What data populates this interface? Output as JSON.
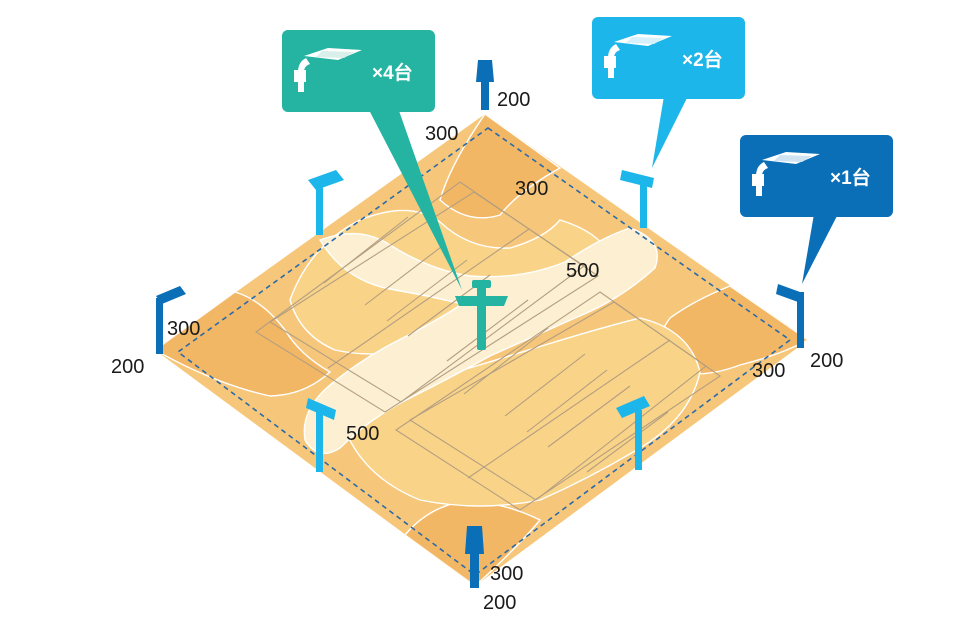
{
  "colors": {
    "field_base": "#f6c77a",
    "zone_200": "#f2b765",
    "zone_300": "#f9d488",
    "zone_500": "#fdf0d2",
    "zone_edge": "#ffffff",
    "court_lines": "#b49e80",
    "dashed_boundary": "#2b6aa8",
    "callout_teal": "#25b3a2",
    "callout_cyan": "#1cb6ea",
    "callout_blue": "#0a6fb7"
  },
  "callouts": [
    {
      "label": "×4台",
      "color": "teal",
      "icon": "floodlight-icon"
    },
    {
      "label": "×2台",
      "color": "cyan",
      "icon": "floodlight-icon"
    },
    {
      "label": "×1台",
      "color": "blue",
      "icon": "floodlight-icon"
    }
  ],
  "illuminance_labels": {
    "top_200": "200",
    "top_300": "300",
    "upper_300": "300",
    "right_500": "500",
    "left_300": "300",
    "left_200": "200",
    "right_300": "300",
    "right_200": "200",
    "lower_500": "500",
    "bottom_300": "300",
    "bottom_200": "200"
  }
}
